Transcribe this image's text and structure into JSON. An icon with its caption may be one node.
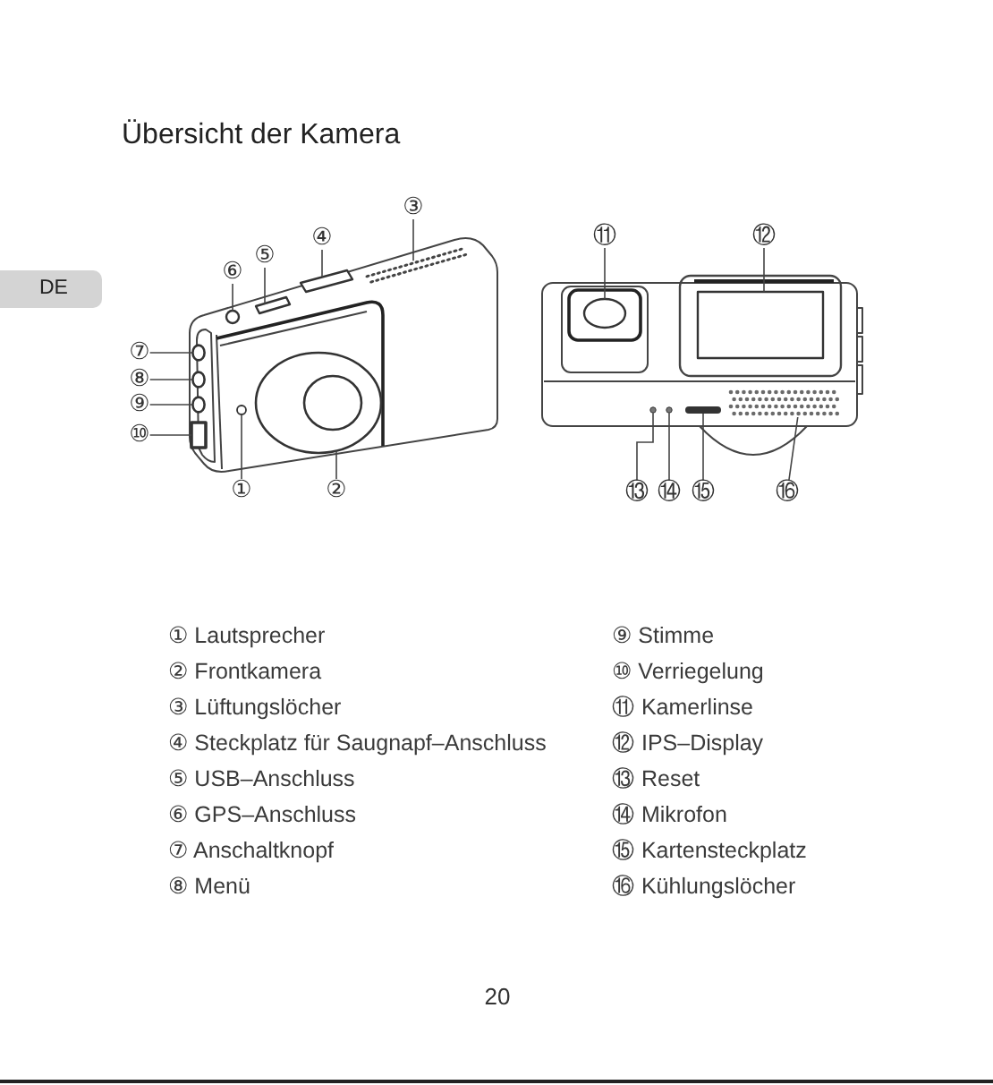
{
  "diagram": {
    "title": "Übersicht der Kamera",
    "nodes": [
      {
        "text": [
          "①"
        ]
      },
      {
        "text": [
          "②"
        ]
      },
      {
        "text": [
          "③"
        ]
      },
      {
        "text": [
          "④"
        ]
      },
      {
        "text": [
          "⑤"
        ]
      },
      {
        "text": [
          "⑥"
        ]
      },
      {
        "text": [
          "⑦"
        ]
      },
      {
        "text": [
          "⑧"
        ]
      },
      {
        "text": [
          "⑨"
        ]
      },
      {
        "text": [
          "⑩"
        ]
      },
      {
        "text": [
          "⑪"
        ]
      },
      {
        "text": [
          "⑫"
        ]
      },
      {
        "text": [
          "⑬"
        ]
      },
      {
        "text": [
          "⑭"
        ]
      },
      {
        "text": [
          "⑮"
        ]
      },
      {
        "text": [
          "⑯"
        ]
      },
      {
        "text": [],
        "shape": "circle"
      },
      {
        "text": [],
        "shape": "circle"
      },
      {
        "text": [],
        "shape": "picture"
      },
      {
        "text": [],
        "shape": "box"
      },
      {
        "text": [],
        "shape": "box"
      },
      {
        "text": [],
        "shape": "circle"
      },
      {
        "text": [],
        "shape": "circle"
      },
      {
        "text": [],
        "shape": "circle"
      },
      {
        "text": [],
        "shape": "circle"
      },
      {
        "text": [],
        "shape": "box"
      },
      {
        "text": [],
        "shape": "circle"
      },
      {
        "text": [],
        "shape": "box"
      },
      {
        "text": [],
        "shape": "circle"
      },
      {
        "text": [],
        "shape": "circle"
      },
      {
        "text": [],
        "shape": "bar"
      },
      {
        "text": [],
        "shape": "picture"
      }
    ],
    "edges": [
      {
        "from": 0,
        "to": 16,
        "arrow": "none"
      },
      {
        "from": 1,
        "to": 17,
        "arrow": "none"
      },
      {
        "from": 2,
        "to": 18,
        "arrow": "none"
      },
      {
        "from": 3,
        "to": 19,
        "arrow": "none"
      },
      {
        "from": 4,
        "to": 20,
        "arrow": "none"
      },
      {
        "from": 5,
        "to": 21,
        "arrow": "none"
      },
      {
        "from": 6,
        "to": 22,
        "arrow": "none"
      },
      {
        "from": 7,
        "to": 23,
        "arrow": "none"
      },
      {
        "from": 8,
        "to": 24,
        "arrow": "none"
      },
      {
        "from": 9,
        "to": 25,
        "arrow": "none"
      },
      {
        "from": 10,
        "to": 26,
        "arrow": "none"
      },
      {
        "from": 11,
        "to": 27,
        "arrow": "none"
      },
      {
        "from": 12,
        "to": 28,
        "arrow": "none"
      },
      {
        "from": 13,
        "to": 29,
        "arrow": "none"
      },
      {
        "from": 14,
        "to": 30,
        "arrow": "none"
      },
      {
        "from": 15,
        "to": 31,
        "arrow": "none"
      }
    ],
    "labels": [
      "DE",
      "① Lautsprecher",
      "② Frontkamera",
      "③ Lüftungslöcher",
      "④ Steckplatz für Saugnapf–Anschluss",
      "⑤ USB–Anschluss",
      "⑥ GPS–Anschluss",
      "⑦ Anschaltknopf",
      "⑧ Menü",
      "⑨ Stimme",
      "⑩ Verriegelung",
      "⑪ Kamerlinse",
      "⑫ IPS–Display",
      "⑬ Reset",
      "⑭ Mikrofon",
      "⑮ Kartensteckplatz",
      "⑯ Kühlungslöcher",
      "20"
    ]
  }
}
